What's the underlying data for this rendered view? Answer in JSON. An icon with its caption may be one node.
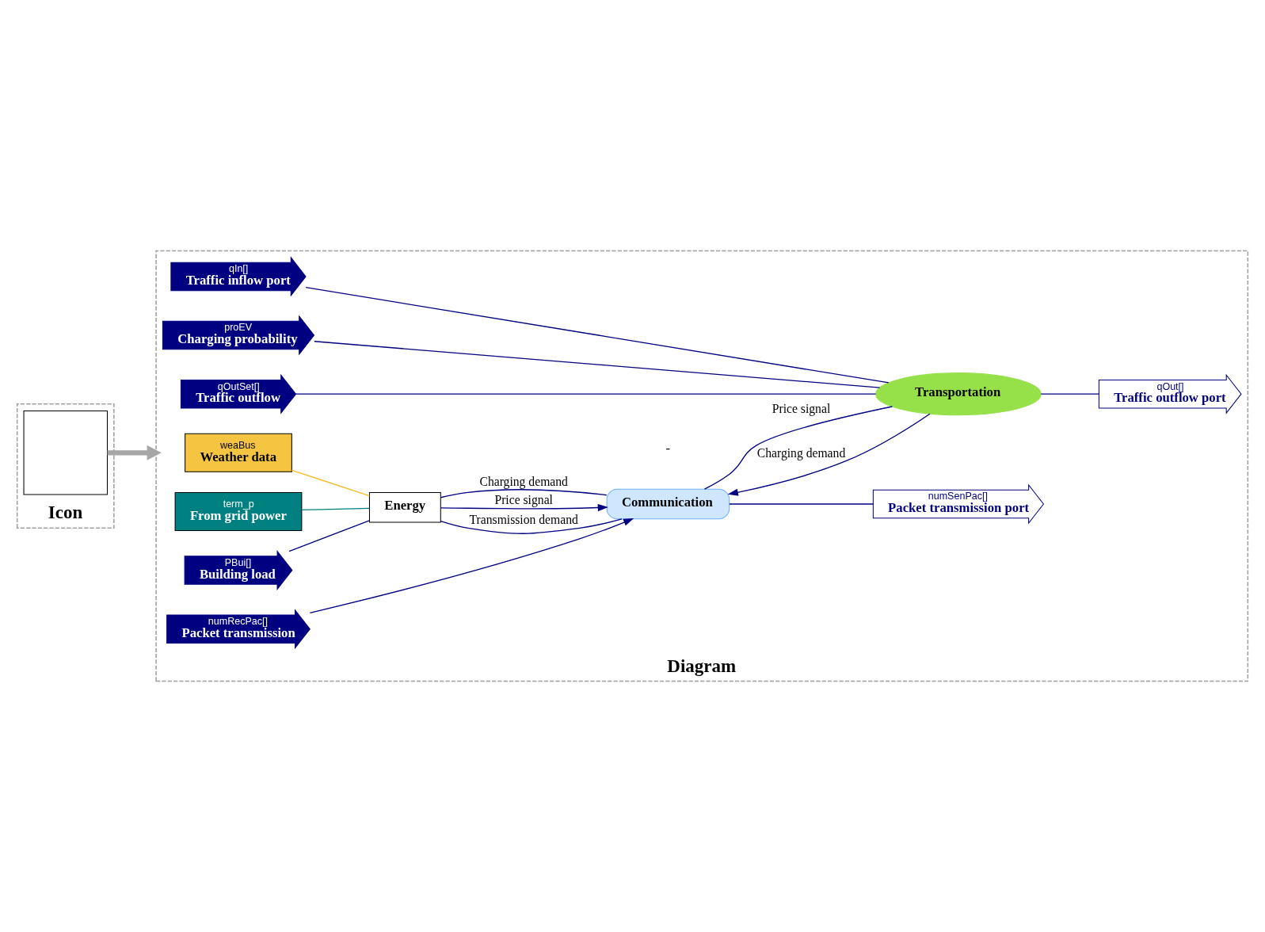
{
  "diagram": {
    "nodes": [
      {
        "text": [
          "Icon"
        ]
      },
      {
        "text": [],
        "shape": "box",
        "in": 0
      },
      {
        "text": [
          "Diagram"
        ]
      },
      {
        "text": [
          "weaBus",
          "Weather data"
        ],
        "in": 2
      },
      {
        "text": [
          "term_p",
          "From grid power"
        ],
        "in": 2
      },
      {
        "text": [
          "PBui[]",
          "Building load"
        ],
        "in": 2
      },
      {
        "text": [
          "numRecPac[]",
          "Packet transmission"
        ],
        "in": 2
      },
      {
        "text": [
          "qOutSet[]",
          "Traffic outflow"
        ],
        "in": 2
      },
      {
        "text": [
          "proEV",
          "Charging probability"
        ],
        "in": 2
      },
      {
        "text": [
          "qIn[]",
          "Traffic inflow port"
        ],
        "in": 2
      },
      {
        "text": [
          "Energy"
        ],
        "in": 2
      },
      {
        "text": [
          "Communication"
        ],
        "in": 2
      },
      {
        "text": [
          "Transportation"
        ],
        "in": 2
      },
      {
        "text": [
          "numSenPac[]",
          "Packet transmission port"
        ],
        "in": 2
      },
      {
        "text": [
          "qOut[]",
          "Traffic outflow port"
        ],
        "in": 2
      }
    ],
    "edges": [
      {
        "from": 1,
        "to": 2,
        "arrow": "to",
        "style": "thick",
        "color": "#a6a6a6"
      },
      {
        "from": 3,
        "to": 10,
        "arrow": "none",
        "color": "#f5be2e"
      },
      {
        "from": 4,
        "to": 10,
        "arrow": "none",
        "color": "#008080"
      },
      {
        "from": 5,
        "to": 10,
        "arrow": "none"
      },
      {
        "from": 6,
        "to": 11,
        "arrow": "to"
      },
      {
        "from": 10,
        "to": 11,
        "label": "Price signal",
        "arrow": "to"
      },
      {
        "from": 12,
        "to": 11,
        "label": "Charging demand",
        "arrow": "to"
      },
      {
        "from": 11,
        "to": 10,
        "label": "Charging demand",
        "arrow": "none"
      },
      {
        "from": 11,
        "to": 10,
        "label": "Transmission demand",
        "arrow": "none"
      },
      {
        "from": 11,
        "to": 13,
        "arrow": "none"
      },
      {
        "from": 11,
        "to": 12,
        "label": "Price signal",
        "arrow": "none"
      },
      {
        "from": 7,
        "to": 12,
        "arrow": "none"
      },
      {
        "from": 8,
        "to": 12,
        "arrow": "none"
      },
      {
        "from": 9,
        "to": 12,
        "arrow": "none"
      },
      {
        "from": 12,
        "to": 14,
        "arrow": "none"
      }
    ],
    "labels": [
      "-"
    ]
  }
}
